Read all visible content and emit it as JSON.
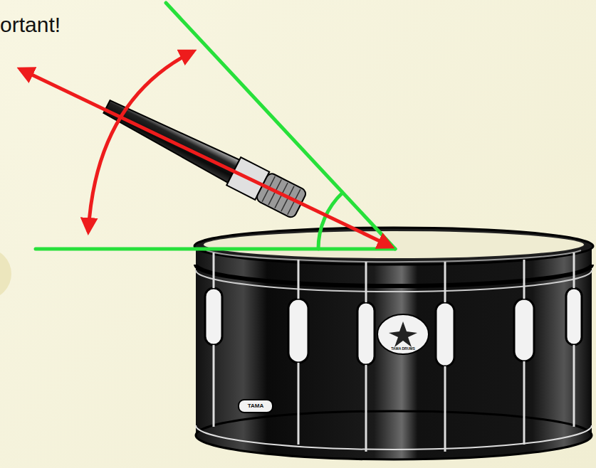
{
  "diagram": {
    "title": "ortant!",
    "labels": [
      "TAMA DRUMS",
      "TAMA"
    ]
  }
}
